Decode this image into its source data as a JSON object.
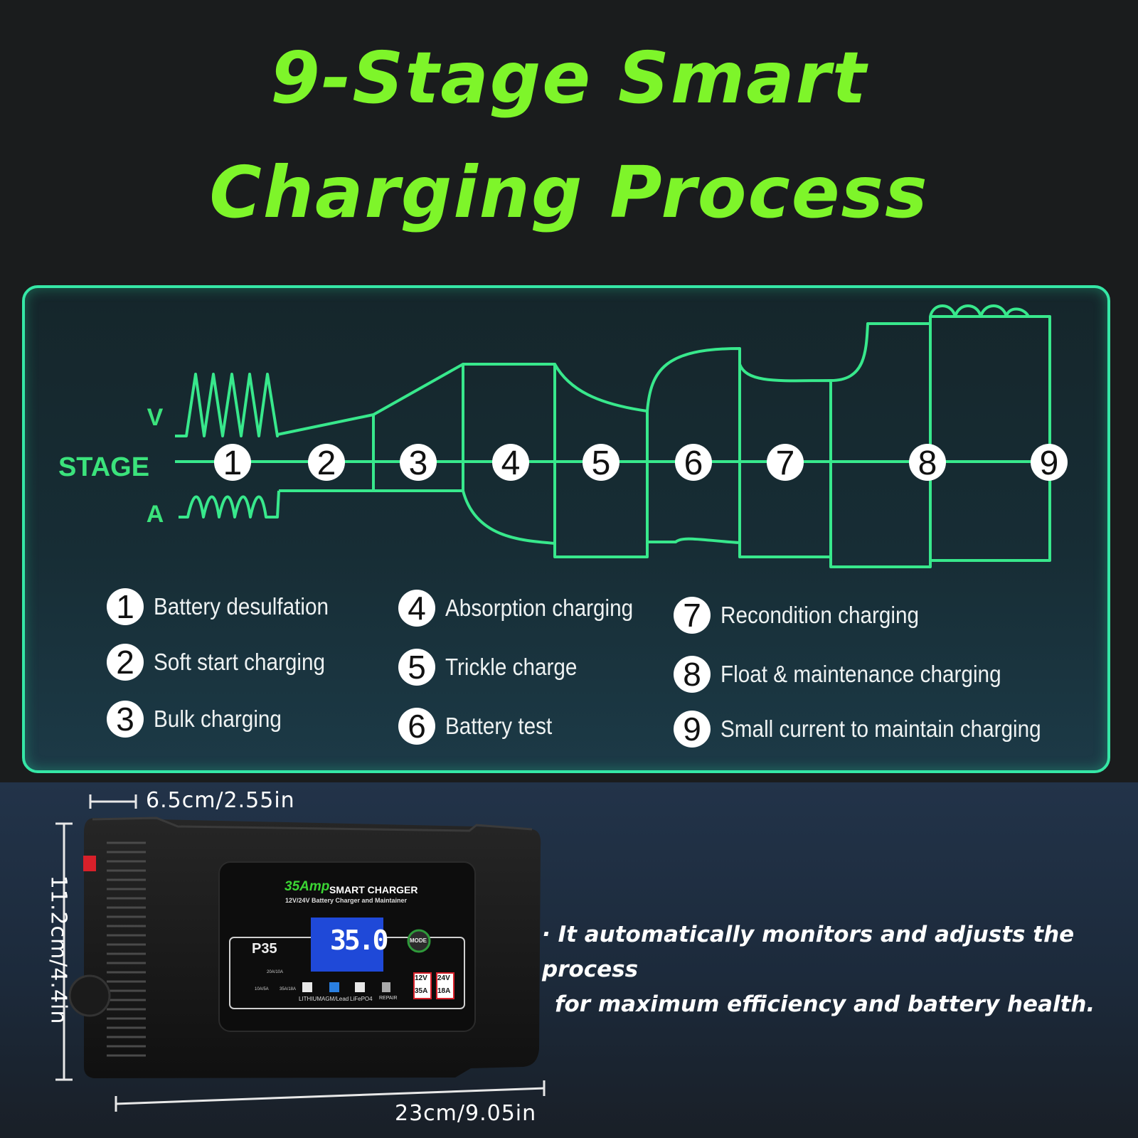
{
  "title": {
    "line1": "9-Stage Smart",
    "line2": "Charging Process"
  },
  "diagram": {
    "stage_label": "STAGE",
    "voltage_label": "V",
    "current_label": "A",
    "stage_numbers": [
      "1",
      "2",
      "3",
      "4",
      "5",
      "6",
      "7",
      "8",
      "9"
    ]
  },
  "legend": [
    {
      "num": "1",
      "label": "Battery desulfation"
    },
    {
      "num": "2",
      "label": "Soft start charging"
    },
    {
      "num": "3",
      "label": "Bulk charging"
    },
    {
      "num": "4",
      "label": "Absorption charging"
    },
    {
      "num": "5",
      "label": "Trickle charge"
    },
    {
      "num": "6",
      "label": "Battery test"
    },
    {
      "num": "7",
      "label": "Recondition charging"
    },
    {
      "num": "8",
      "label": "Float & maintenance charging"
    },
    {
      "num": "9",
      "label": "Small current to maintain charging"
    }
  ],
  "product": {
    "dim_depth": "6.5cm/2.55in",
    "dim_height": "11.2cm/4.4in",
    "dim_width": "23cm/9.05in",
    "brand": "35Amp",
    "name": "SMART CHARGER",
    "subtitle": "12V/24V Battery Charger and Maintainer",
    "model": "P35",
    "display_value": "35.0",
    "mode_label": "MODE",
    "modes": [
      "LITHIUM",
      "AGM/Lead",
      "LiFePO4",
      "REPAIR"
    ],
    "ratings": [
      {
        "v": "12V",
        "a": "35A"
      },
      {
        "v": "24V",
        "a": "18A"
      }
    ],
    "small_labels": [
      "20A/10A",
      "10A/5A",
      "35A/18A"
    ]
  },
  "description": {
    "line1": "· It automatically monitors and adjusts the process",
    "line2": "for maximum efficiency and battery health."
  },
  "colors": {
    "title_green": "#7ef52a",
    "wave_green": "#38e88c",
    "panel_border": "#35e7a6",
    "stage_label": "#3be37c"
  }
}
